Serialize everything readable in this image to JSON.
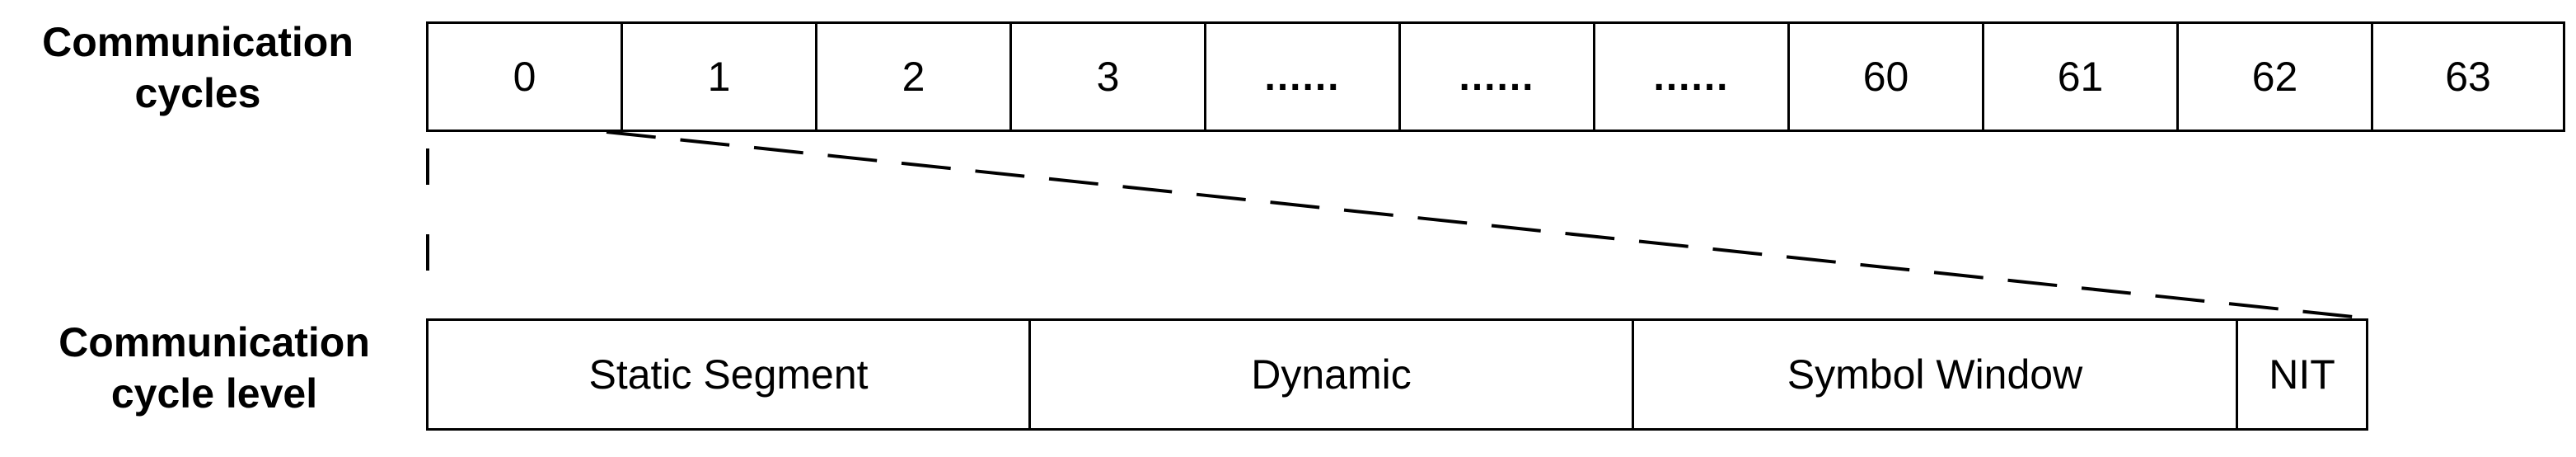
{
  "top_label": {
    "line1": "Communication",
    "line2": "cycles"
  },
  "bottom_label": {
    "line1": "Communication",
    "line2": "cycle level"
  },
  "cycles": [
    "0",
    "1",
    "2",
    "3",
    "......",
    "......",
    "......",
    "60",
    "61",
    "62",
    "63"
  ],
  "segments": [
    "Static Segment",
    "Dynamic",
    "Symbol Window",
    "NIT"
  ]
}
